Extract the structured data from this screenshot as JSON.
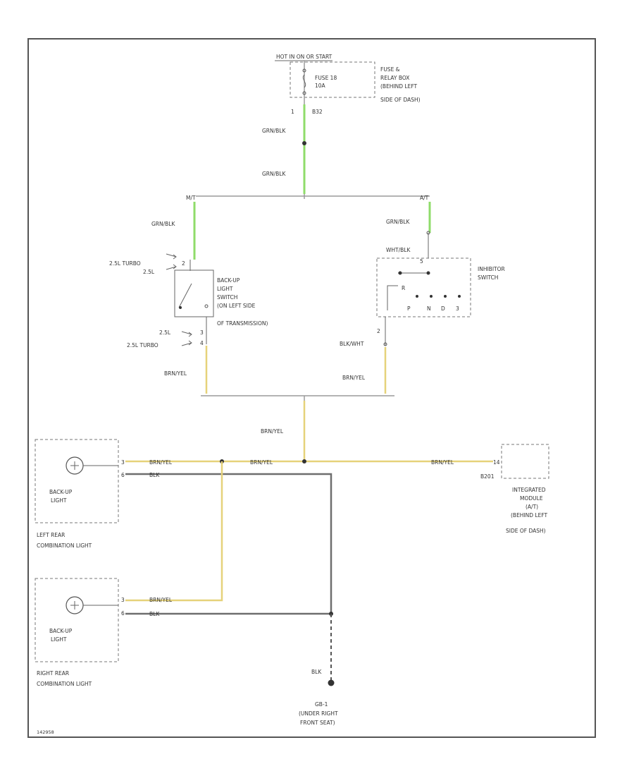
{
  "colors": {
    "green_wire": "#8fdc6a",
    "yellow_wire": "#e6d27a",
    "black_wire": "#6e6e6e",
    "frame": "#555555"
  },
  "fuse": {
    "power_label": "HOT IN ON OR START",
    "fuse_label": "FUSE 18",
    "fuse_rating": "10A",
    "box_line1": "FUSE &",
    "box_line2": "RELAY BOX",
    "box_line3": "(BEHIND LEFT",
    "box_line4": "SIDE OF DASH)",
    "pin": "1",
    "connector": "B32"
  },
  "wires": {
    "top_upper": "GRN/BLK",
    "top_lower": "GRN/BLK",
    "left_branch": "GRN/BLK",
    "right_branch": "GRN/BLK",
    "inhibitor_in": "WHT/BLK",
    "inhibitor_out": "BLK/WHT",
    "left_down": "BRN/YEL",
    "right_down": "BRN/YEL",
    "center_down": "BRN/YEL",
    "horiz_left": "BRN/YEL",
    "horiz_mid": "BRN/YEL",
    "horiz_right": "BRN/YEL",
    "left_light_gnd": "BLK",
    "right_light_feed": "BRN/YEL",
    "right_light_gnd": "BLK",
    "ground_wire": "BLK"
  },
  "branches": {
    "mt": "M/T",
    "at": "A/T"
  },
  "backup_switch": {
    "line1": "BACK-UP",
    "line2": "LIGHT",
    "line3": "SWITCH",
    "line4": "(ON LEFT SIDE",
    "line5": "OF TRANSMISSION)",
    "top_var1": "2.5L TURBO",
    "top_var2": "2.5L",
    "top_pin": "2",
    "bot_var1": "2.5L",
    "bot_var2": "2.5L TURBO",
    "bot_pin1": "3",
    "bot_pin2": "4"
  },
  "inhibitor": {
    "line1": "INHIBITOR",
    "line2": "SWITCH",
    "pin_top": "5",
    "pin_bot": "2",
    "pos_r": "R",
    "pos_p": "P",
    "pos_n": "N",
    "pos_d": "D",
    "pos_3": "3"
  },
  "left_light": {
    "label1": "BACK-UP",
    "label2": "LIGHT",
    "assembly1": "LEFT REAR",
    "assembly2": "COMBINATION LIGHT",
    "pin_feed": "3",
    "pin_gnd": "6"
  },
  "right_light": {
    "label1": "BACK-UP",
    "label2": "LIGHT",
    "assembly1": "RIGHT REAR",
    "assembly2": "COMBINATION LIGHT",
    "pin_feed": "3",
    "pin_gnd": "6"
  },
  "module": {
    "connector": "B201",
    "pin": "14",
    "line1": "INTEGRATED",
    "line2": "MODULE",
    "line3": "(A/T)",
    "line4": "(BEHIND LEFT",
    "line5": "SIDE OF DASH)"
  },
  "ground": {
    "id": "GB-1",
    "line1": "(UNDER RIGHT",
    "line2": "FRONT SEAT)"
  },
  "figure_id": "142958"
}
